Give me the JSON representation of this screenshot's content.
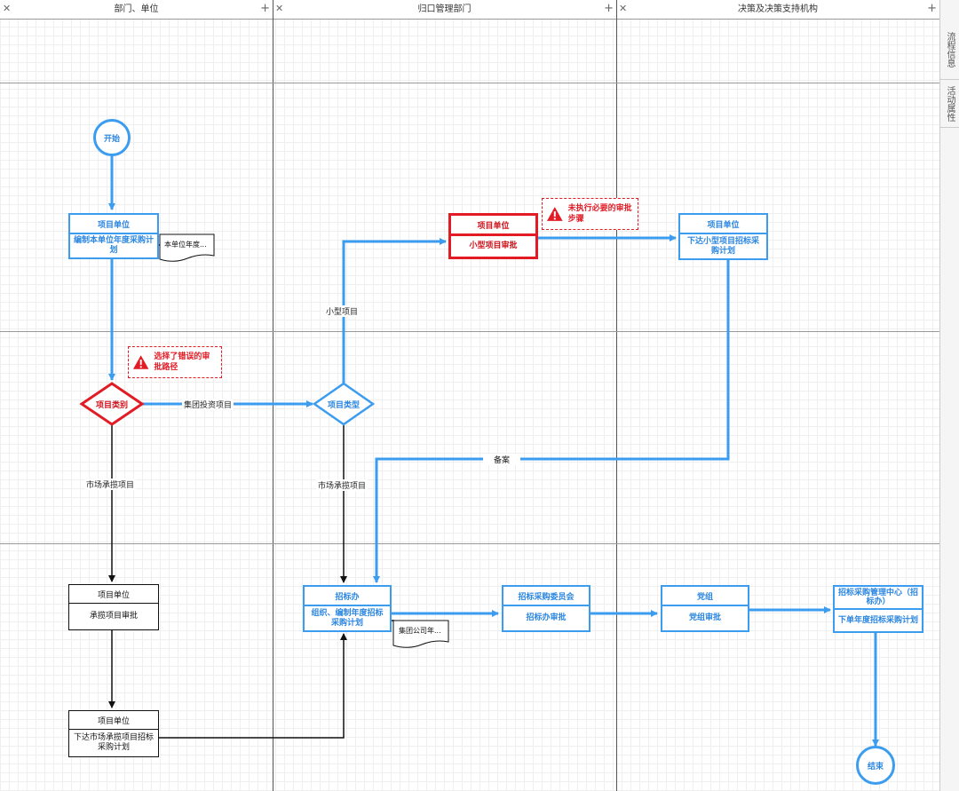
{
  "lanes": [
    {
      "title": "部门、单位"
    },
    {
      "title": "归口管理部门"
    },
    {
      "title": "决策及决策支持机构"
    }
  ],
  "header_close_glyph": "✕",
  "header_add_glyph": "+",
  "side_tabs": [
    "流程信息",
    "活动属性"
  ],
  "start": "开始",
  "end": "结束",
  "nodes": {
    "n1": {
      "title": "项目单位",
      "body": "编制本单位年度采购计划"
    },
    "n2": {
      "title": "项目单位",
      "body": "小型项目审批"
    },
    "n3": {
      "title": "项目单位",
      "body": "下达小型项目招标采购计划"
    },
    "n4": {
      "title": "项目单位",
      "body": "承揽项目审批"
    },
    "n5": {
      "title": "项目单位",
      "body": "下达市场承揽项目招标采购计划"
    },
    "n6": {
      "title": "招标办",
      "body": "组织、编制年度招标采购计划"
    },
    "n7": {
      "title": "招标采购委员会",
      "body": "招标办审批"
    },
    "n8": {
      "title": "党组",
      "body": "党组审批"
    },
    "n9": {
      "title": "招标采购管理中心（招标办）",
      "body": "下单年度招标采购计划"
    }
  },
  "decisions": {
    "d1": "项目类别",
    "d2": "项目类型"
  },
  "edge_labels": {
    "group": "集团投资项目",
    "small": "小型项目",
    "market_left": "市场承揽项目",
    "market_mid": "市场承揽项目",
    "filing": "备案"
  },
  "documents": {
    "doc1": "本单位年度...",
    "doc2": "集团公司年..."
  },
  "warnings": {
    "w1": "选择了错误的审批路径",
    "w2": "未执行必要的审批步骤"
  },
  "colors": {
    "accent": "#3b9cf0",
    "error": "#e21b25",
    "normal": "#111111"
  },
  "icons": {
    "warning": "warning-icon",
    "close": "close-icon",
    "add": "add-icon"
  }
}
